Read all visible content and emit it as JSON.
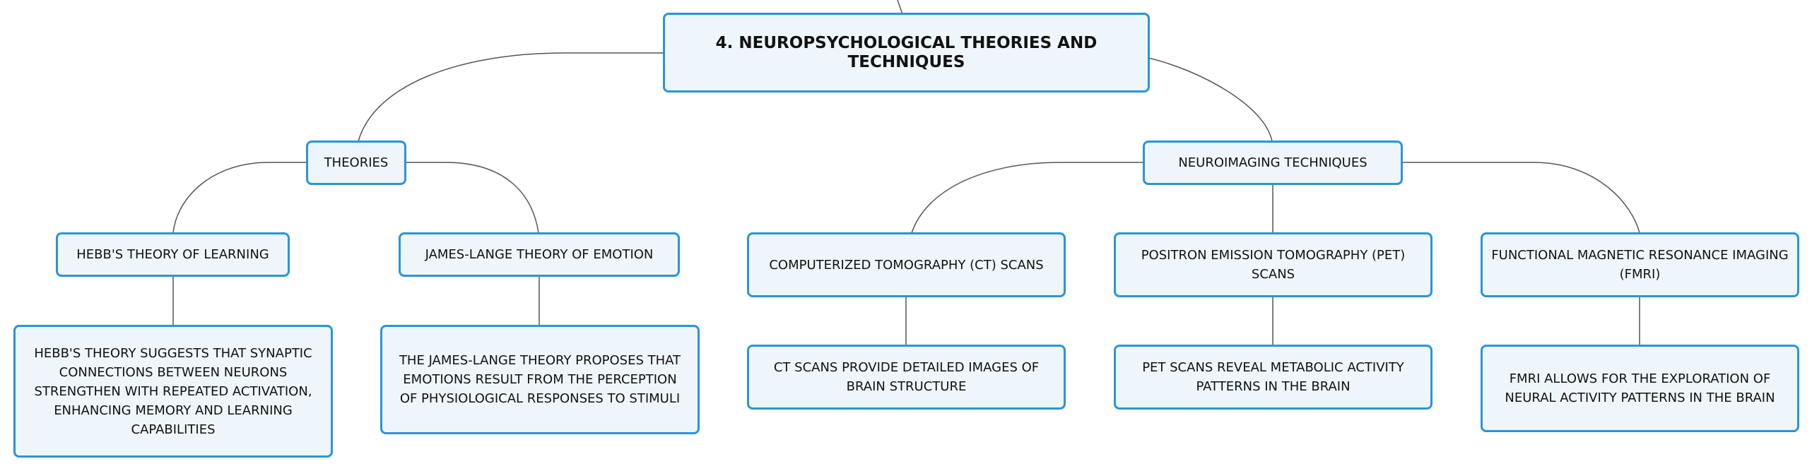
{
  "colors": {
    "node_fill": "#eef6fc",
    "node_border": "#2b95d6",
    "connector": "#555555",
    "text": "#111111"
  },
  "root": {
    "label": "4. NEUROPSYCHOLOGICAL THEORIES AND TECHNIQUES"
  },
  "theories": {
    "label": "THEORIES",
    "hebb": {
      "label": "HEBB'S THEORY OF LEARNING",
      "detail": "HEBB'S THEORY SUGGESTS THAT SYNAPTIC CONNECTIONS BETWEEN NEURONS STRENGTHEN WITH REPEATED ACTIVATION, ENHANCING MEMORY AND LEARNING CAPABILITIES"
    },
    "james_lange": {
      "label": "JAMES-LANGE THEORY OF EMOTION",
      "detail": "THE JAMES-LANGE THEORY PROPOSES THAT EMOTIONS RESULT FROM THE PERCEPTION OF PHYSIOLOGICAL RESPONSES TO STIMULI"
    }
  },
  "techniques": {
    "label": "NEUROIMAGING TECHNIQUES",
    "ct": {
      "label": "COMPUTERIZED TOMOGRAPHY (CT) SCANS",
      "detail": "CT SCANS PROVIDE DETAILED IMAGES OF BRAIN STRUCTURE"
    },
    "pet": {
      "label": "POSITRON EMISSION TOMOGRAPHY (PET) SCANS",
      "detail": "PET SCANS REVEAL METABOLIC ACTIVITY PATTERNS IN THE BRAIN"
    },
    "fmri": {
      "label": "FUNCTIONAL MAGNETIC RESONANCE IMAGING (FMRI)",
      "detail": "FMRI ALLOWS FOR THE EXPLORATION OF NEURAL ACTIVITY PATTERNS IN THE BRAIN"
    }
  }
}
